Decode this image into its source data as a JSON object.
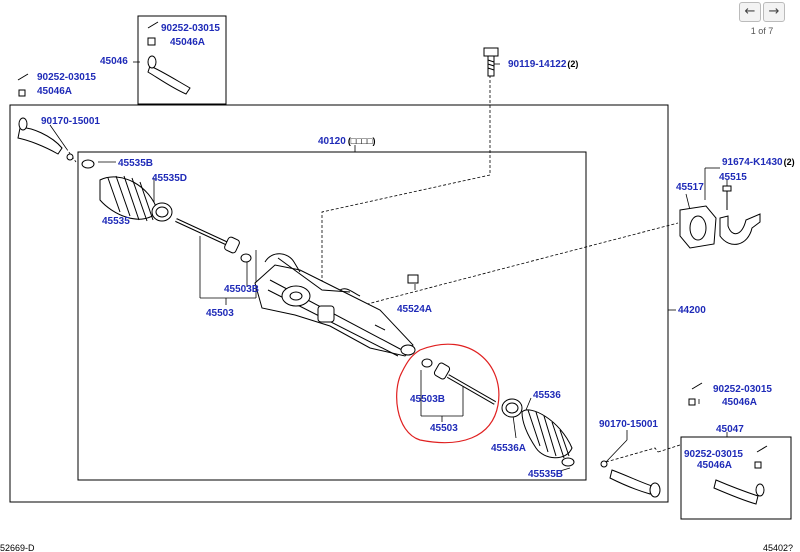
{
  "viewer": {
    "prev_icon": "←",
    "next_icon": "→",
    "page_status": "1 of 7"
  },
  "labels": {
    "l_90252_top": "90252-03015",
    "l_45046A_top": "45046A",
    "l_45046": "45046",
    "l_90252_left": "90252-03015",
    "l_45046A_left": "45046A",
    "l_90119": "90119-14122",
    "l_90119_qty": "(2)",
    "l_90170_left": "90170-15001",
    "l_40120": "40120",
    "l_40120_note": "(□□□□)",
    "l_45535B_top": "45535B",
    "l_45535D": "45535D",
    "l_45535": "45535",
    "l_91674": "91674-K1430",
    "l_91674_qty": "(2)",
    "l_45517": "45517",
    "l_45515": "45515",
    "l_45503B_left": "45503B",
    "l_45503_left": "45503",
    "l_45524A": "45524A",
    "l_44200": "44200",
    "l_45503B_right": "45503B",
    "l_45503_right": "45503",
    "l_45536": "45536",
    "l_45536A": "45536A",
    "l_45535B_bottom": "45535B",
    "l_90170_right": "90170-15001",
    "l_90252_right": "90252-03015",
    "l_45046A_right": "45046A",
    "l_45047": "45047",
    "l_90252_box": "90252-03015",
    "l_45046A_box": "45046A",
    "l_footer_left": "52669-D",
    "l_footer_right": "45402?"
  },
  "colors": {
    "label": "#1f2bb8",
    "line": "#000000",
    "highlight": "#e02020"
  }
}
